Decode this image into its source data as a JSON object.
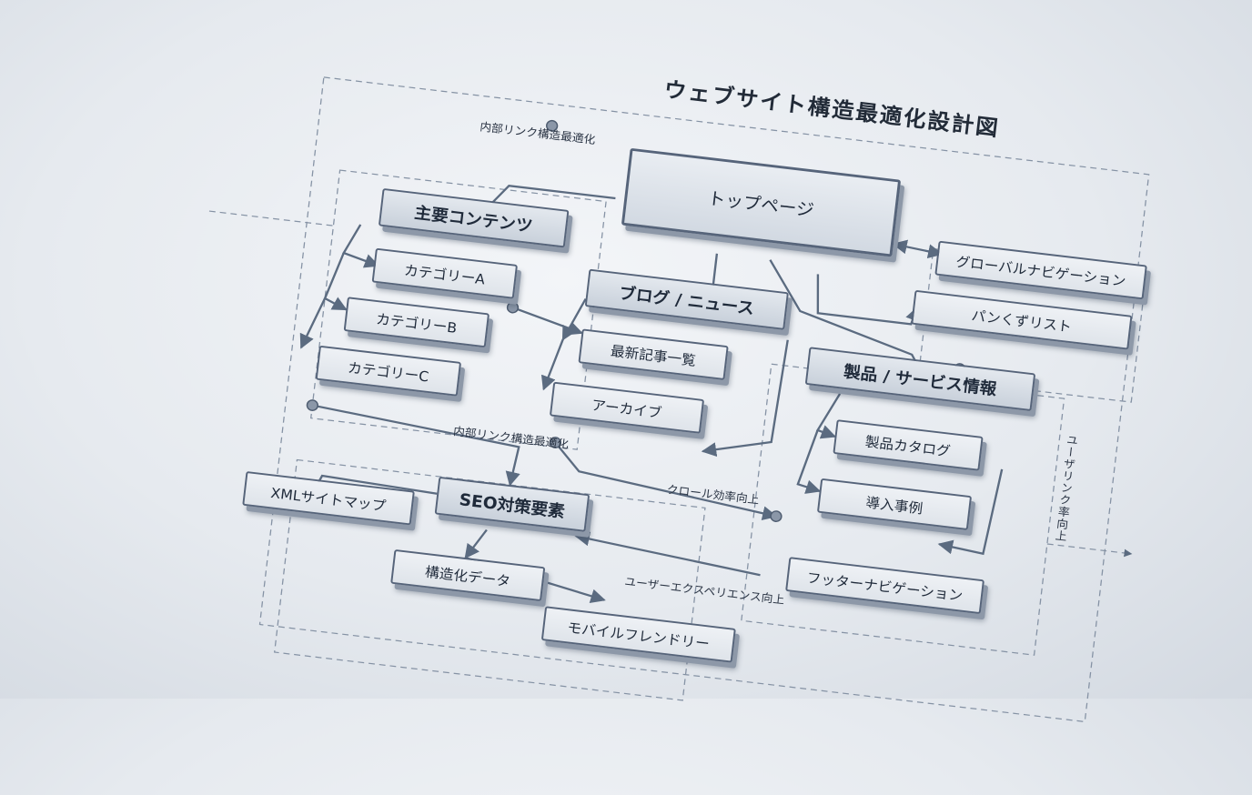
{
  "title": "ウェブサイト構造最適化設計図",
  "nodes": {
    "top": "トップページ",
    "main": "主要コンテンツ",
    "cat_a": "カテゴリーA",
    "cat_b": "カテゴリーB",
    "cat_c": "カテゴリーC",
    "blog": "ブログ / ニュース",
    "latest": "最新記事一覧",
    "archive": "アーカイブ",
    "products": "製品 / サービス情報",
    "catalog": "製品カタログ",
    "cases": "導入事例",
    "global_nav": "グローバルナビゲーション",
    "breadcrumb": "パンくずリスト",
    "footer_nav": "フッターナビゲーション",
    "seo": "SEO対策要素",
    "sitemap": "XMLサイトマップ",
    "structured": "構造化データ",
    "mobile": "モバイルフレンドリー"
  },
  "labels": {
    "internal_link_1": "内部リンク構造最適化",
    "internal_link_2": "内部リンク構造最適化",
    "crawl": "クロール効率向上",
    "ux": "ユーザーエクスペリエンス向上",
    "user_link": "ユーザリンク率向上"
  }
}
